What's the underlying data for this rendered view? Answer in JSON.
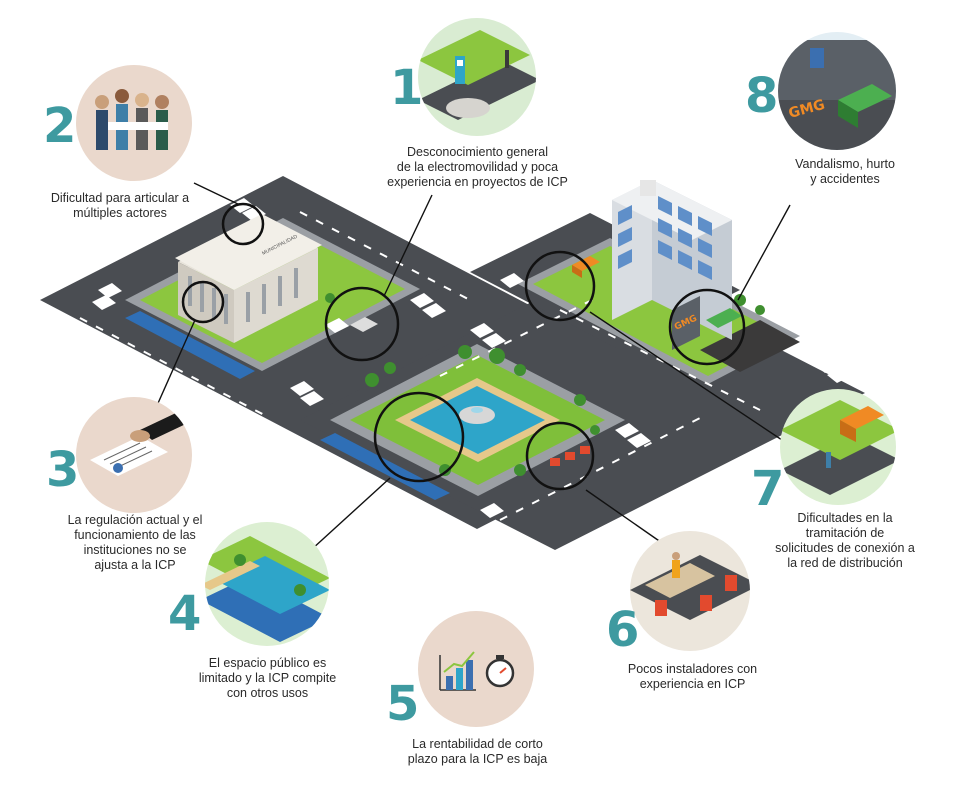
{
  "colors": {
    "accent": "#3e9aa0",
    "road": "#4a4d52",
    "grass": "#8cc63f",
    "bikelane": "#2f6fb6",
    "water": "#2ea5c9"
  },
  "city": {
    "sign_text": "MUNICIPALIDAD",
    "graffiti_text": "GMG"
  },
  "barriers": [
    {
      "number": "1",
      "text": "Desconocimiento general\nde la electromovilidad y poca\nexperiencia en proyectos de ICP",
      "icon": "ev-charger-car-icon"
    },
    {
      "number": "2",
      "text": "Dificultad para articular a\nmúltiples actores",
      "icon": "stakeholders-meeting-icon"
    },
    {
      "number": "3",
      "text": "La regulación actual y el\nfuncionamiento de las\ninstituciones no se\najusta a la ICP",
      "icon": "regulation-document-icon"
    },
    {
      "number": "4",
      "text": "El espacio público es\nlimitado y la ICP compite\ncon otros usos",
      "icon": "public-space-icon"
    },
    {
      "number": "5",
      "text": "La rentabilidad de corto\nplazo para la ICP es baja",
      "icon": "profit-chart-stopwatch-icon"
    },
    {
      "number": "6",
      "text": "Pocos instaladores con\nexperiencia en ICP",
      "icon": "road-works-icon"
    },
    {
      "number": "7",
      "text": "Dificultades en la\ntramitación de\nsolicitudes de conexión a\nla red de distribución",
      "icon": "utility-truck-icon"
    },
    {
      "number": "8",
      "text": "Vandalismo, hurto\ny accidentes",
      "icon": "vandalism-dumpster-icon"
    }
  ]
}
